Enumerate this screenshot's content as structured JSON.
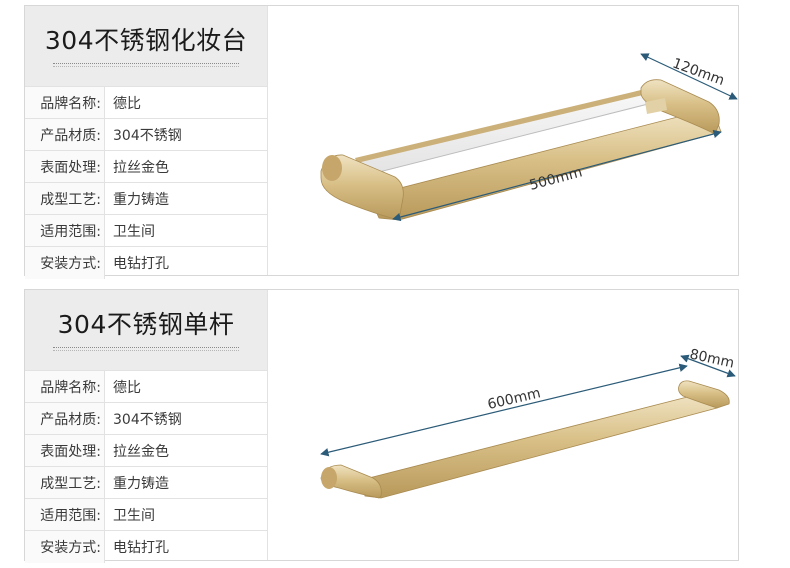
{
  "products": [
    {
      "title": "304不锈钢化妆台",
      "specs": [
        {
          "label": "品牌名称:",
          "value": "德比"
        },
        {
          "label": "产品材质:",
          "value": "304不锈钢"
        },
        {
          "label": "表面处理:",
          "value": "拉丝金色"
        },
        {
          "label": "成型工艺:",
          "value": "重力铸造"
        },
        {
          "label": "适用范围:",
          "value": "卫生间"
        },
        {
          "label": "安装方式:",
          "value": "电钻打孔"
        }
      ],
      "dimensions": {
        "length": "500mm",
        "depth": "120mm"
      }
    },
    {
      "title": "304不锈钢单杆",
      "specs": [
        {
          "label": "品牌名称:",
          "value": "德比"
        },
        {
          "label": "产品材质:",
          "value": "304不锈钢"
        },
        {
          "label": "表面处理:",
          "value": "拉丝金色"
        },
        {
          "label": "成型工艺:",
          "value": "重力铸造"
        },
        {
          "label": "适用范围:",
          "value": "卫生间"
        },
        {
          "label": "安装方式:",
          "value": "电钻打孔"
        }
      ],
      "dimensions": {
        "length": "600mm",
        "depth": "80mm"
      }
    }
  ],
  "colors": {
    "gold": "#d6bd86",
    "gold_dark": "#b99a5c",
    "dimension_line": "#2b5b78"
  }
}
